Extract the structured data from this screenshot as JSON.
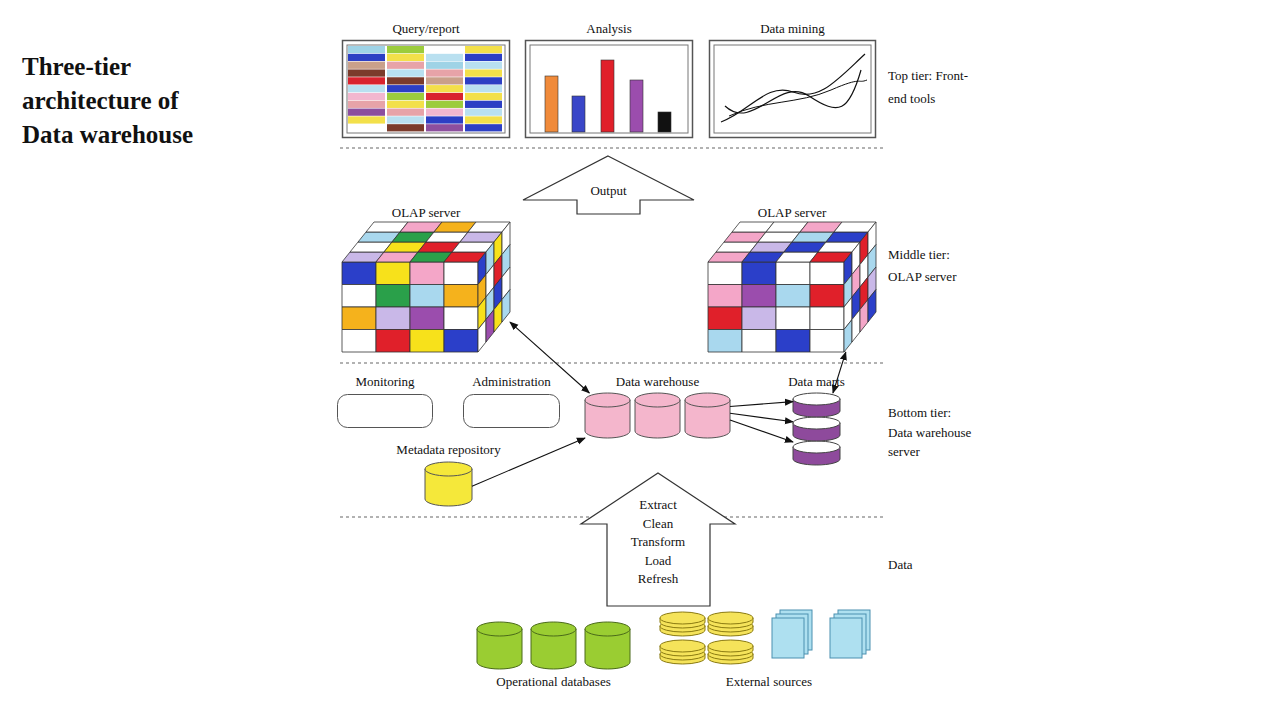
{
  "diagram": {
    "title": "Three-tier architecture of Data warehouse",
    "nodes": [
      {
        "text": [
          "Query/report"
        ]
      },
      {
        "text": [
          "Analysis"
        ]
      },
      {
        "text": [
          "Data mining"
        ]
      },
      {
        "text": [
          "Output"
        ]
      },
      {
        "text": [
          "OLAP server"
        ]
      },
      {
        "text": [
          "OLAP server"
        ]
      },
      {
        "text": [
          "Monitoring"
        ]
      },
      {
        "text": [
          "Administration"
        ]
      },
      {
        "text": [
          "Data warehouse"
        ]
      },
      {
        "text": [
          "Data marts"
        ]
      },
      {
        "text": [
          "Metadata repository"
        ]
      },
      {
        "text": [
          "Extract Clean Transform Load Refresh"
        ]
      },
      {
        "text": [
          "Operational databases"
        ]
      },
      {
        "text": [
          "External sources"
        ]
      }
    ],
    "edges": [
      {
        "from": 4,
        "to": 8,
        "arrow": "both"
      },
      {
        "from": 5,
        "to": 9,
        "arrow": "both"
      },
      {
        "from": 8,
        "to": 9,
        "arrow": "to"
      },
      {
        "from": 8,
        "to": 9,
        "arrow": "to"
      },
      {
        "from": 8,
        "to": 9,
        "arrow": "to"
      },
      {
        "from": 10,
        "to": 8,
        "arrow": "to"
      }
    ],
    "labels": [
      "Top tier: Front-end tools",
      "Middle tier: OLAP server",
      "Bottom tier: Data warehouse server",
      "Data"
    ]
  }
}
